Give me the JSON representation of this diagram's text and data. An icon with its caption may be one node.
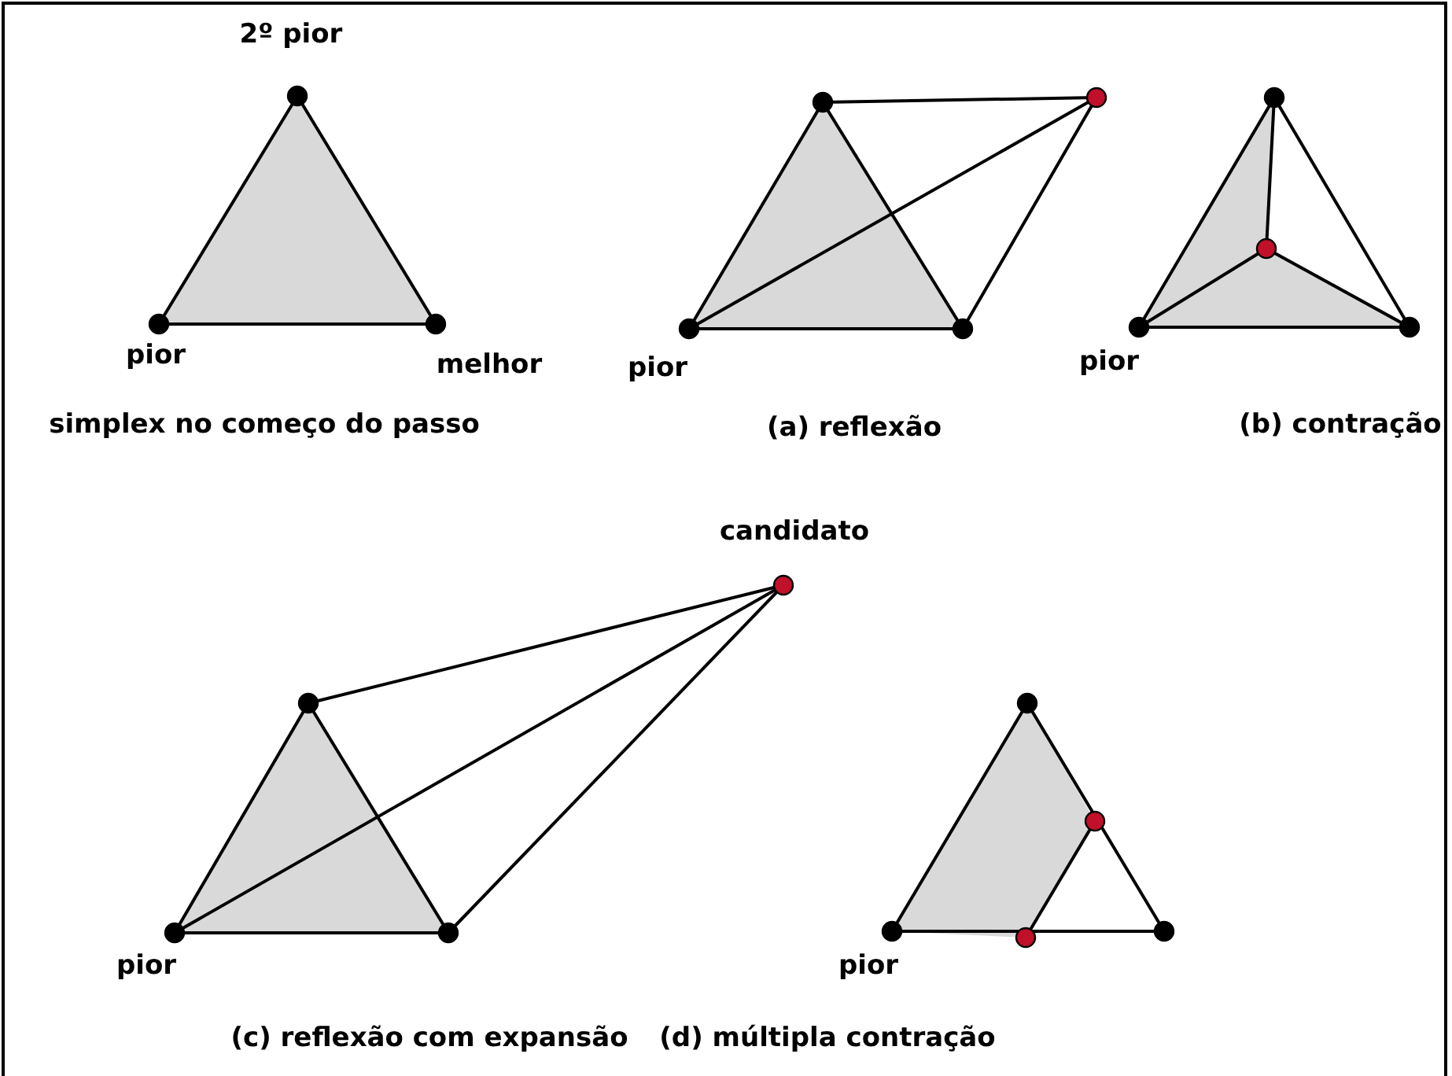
{
  "diagram": {
    "labels": [
      "2º pior",
      "pior",
      "melhor",
      "pior",
      "pior",
      "simplex no começo do passo",
      "(a) reflexão",
      "(b) contração",
      "candidato",
      "pior",
      "pior",
      "(c) reflexão com expansão",
      "(d) múltipla contração"
    ]
  }
}
